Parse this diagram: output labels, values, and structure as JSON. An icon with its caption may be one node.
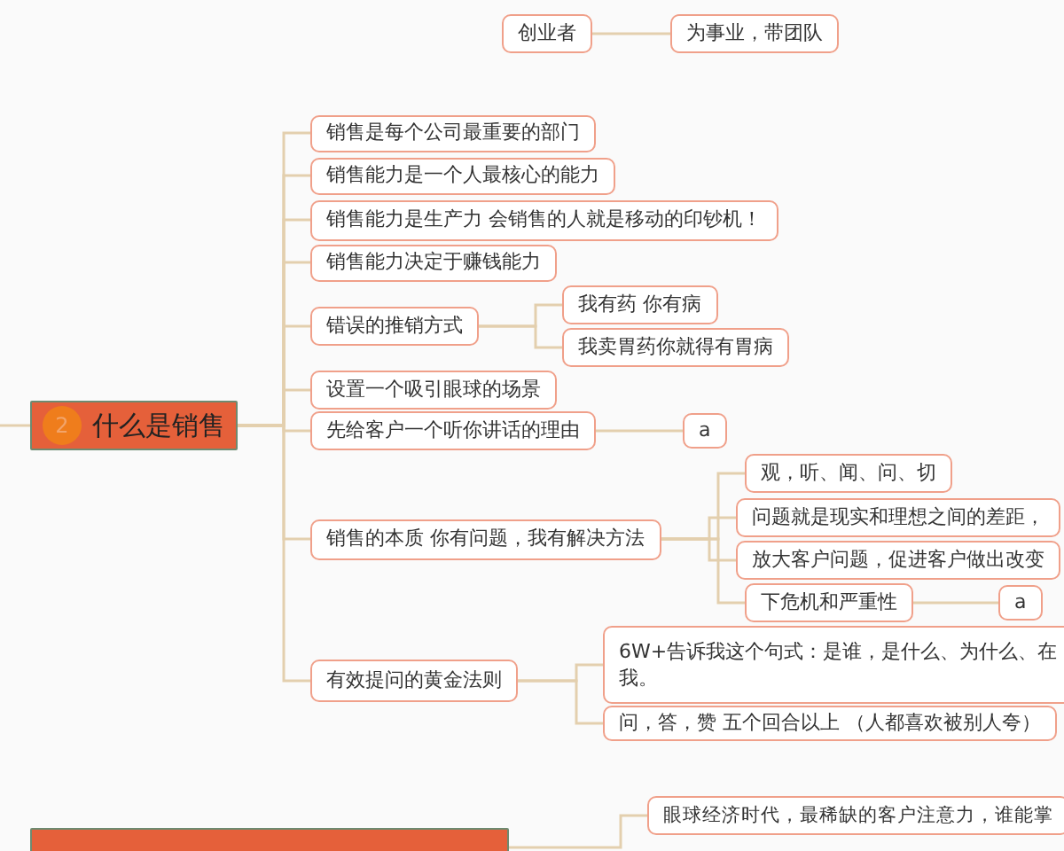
{
  "diagram": {
    "nodes": [
      {
        "text": [
          "创业者"
        ]
      },
      {
        "text": [
          "为事业，带团队"
        ]
      },
      {
        "text": [
          "2",
          "什么是销售"
        ]
      },
      {
        "text": [
          "销售是每个公司最重要的部门"
        ]
      },
      {
        "text": [
          "销售能力是一个人最核心的能力"
        ]
      },
      {
        "text": [
          "销售能力是生产力 会销售的人就是移动的印钞机！"
        ]
      },
      {
        "text": [
          "销售能力决定于赚钱能力"
        ]
      },
      {
        "text": [
          "错误的推销方式"
        ]
      },
      {
        "text": [
          "我有药 你有病"
        ]
      },
      {
        "text": [
          "我卖胃药你就得有胃病"
        ]
      },
      {
        "text": [
          "设置一个吸引眼球的场景"
        ]
      },
      {
        "text": [
          "先给客户一个听你讲话的理由"
        ]
      },
      {
        "text": [
          "a"
        ]
      },
      {
        "text": [
          "销售的本质 你有问题，我有解决方法"
        ]
      },
      {
        "text": [
          "观，听、闻、问、切"
        ]
      },
      {
        "text": [
          "问题就是现实和理想之间的差距，"
        ]
      },
      {
        "text": [
          "放大客户问题，促进客户做出改变"
        ]
      },
      {
        "text": [
          "下危机和严重性"
        ]
      },
      {
        "text": [
          "a"
        ]
      },
      {
        "text": [
          "有效提问的黄金法则"
        ]
      },
      {
        "text": [
          "6W+告诉我这个句式：是谁，是什么、为什么、在",
          "我。"
        ]
      },
      {
        "text": [
          "问，答，赞 五个回合以上 （人都喜欢被别人夸）"
        ]
      },
      {
        "text": [
          "眼球经济时代，最稀缺的客户注意力，谁能掌"
        ]
      },
      {
        "text": [],
        "shape": "box"
      }
    ],
    "edges": [
      {
        "from": 0,
        "to": 1,
        "arrow": "none"
      },
      {
        "from": null,
        "to": 2,
        "arrow": "none"
      },
      {
        "from": 2,
        "to": 3,
        "arrow": "none"
      },
      {
        "from": 2,
        "to": 4,
        "arrow": "none"
      },
      {
        "from": 2,
        "to": 5,
        "arrow": "none"
      },
      {
        "from": 2,
        "to": 6,
        "arrow": "none"
      },
      {
        "from": 2,
        "to": 7,
        "arrow": "none"
      },
      {
        "from": 7,
        "to": 8,
        "arrow": "none"
      },
      {
        "from": 7,
        "to": 9,
        "arrow": "none"
      },
      {
        "from": 2,
        "to": 10,
        "arrow": "none"
      },
      {
        "from": 2,
        "to": 11,
        "arrow": "none"
      },
      {
        "from": 11,
        "to": 12,
        "arrow": "none"
      },
      {
        "from": 2,
        "to": 13,
        "arrow": "none"
      },
      {
        "from": 13,
        "to": 14,
        "arrow": "none"
      },
      {
        "from": 13,
        "to": 15,
        "arrow": "none"
      },
      {
        "from": 13,
        "to": 16,
        "arrow": "none"
      },
      {
        "from": 13,
        "to": 17,
        "arrow": "none"
      },
      {
        "from": 17,
        "to": 18,
        "arrow": "none"
      },
      {
        "from": 2,
        "to": 19,
        "arrow": "none"
      },
      {
        "from": 19,
        "to": 20,
        "arrow": "none"
      },
      {
        "from": 19,
        "to": 21,
        "arrow": "none"
      },
      {
        "from": 23,
        "to": 22,
        "arrow": "none"
      }
    ]
  }
}
